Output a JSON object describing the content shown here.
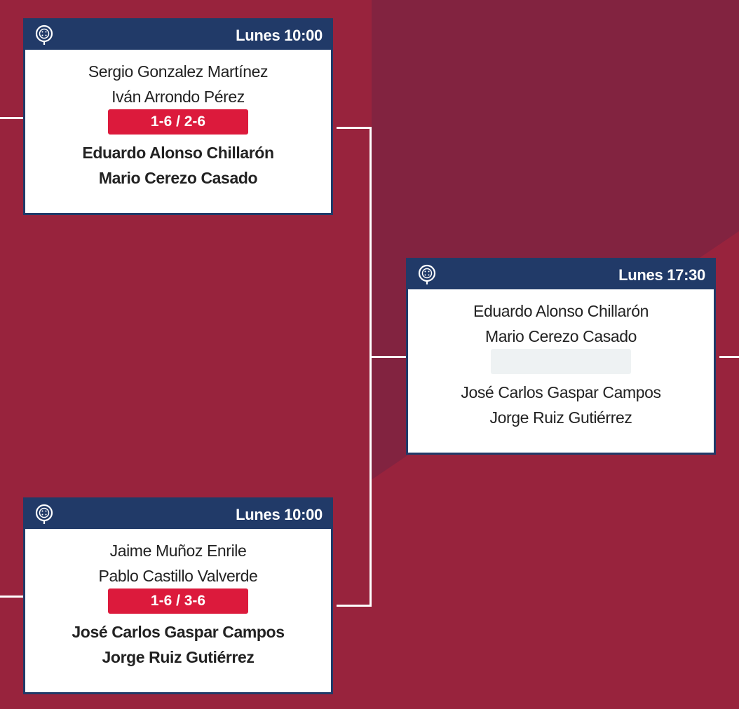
{
  "matches": [
    {
      "time": "Lunes 10:00",
      "team_a": [
        "Sergio Gonzalez Martínez",
        "Iván Arrondo Pérez"
      ],
      "score": "1-6 / 2-6",
      "team_b": [
        "Eduardo Alonso Chillarón",
        "Mario Cerezo Casado"
      ],
      "winner": "b",
      "icon": "padel-racket-icon"
    },
    {
      "time": "Lunes 17:30",
      "team_a": [
        "Eduardo Alonso Chillarón",
        "Mario Cerezo Casado"
      ],
      "score": "",
      "team_b": [
        "José Carlos Gaspar Campos",
        "Jorge Ruiz Gutiérrez"
      ],
      "winner": "",
      "icon": "padel-racket-icon"
    },
    {
      "time": "Lunes 10:00",
      "team_a": [
        "Jaime Muñoz Enrile",
        "Pablo Castillo Valverde"
      ],
      "score": "1-6 / 3-6",
      "team_b": [
        "José Carlos Gaspar Campos",
        "Jorge Ruiz Gutiérrez"
      ],
      "winner": "b",
      "icon": "padel-racket-icon"
    }
  ],
  "colors": {
    "background": "#98233d",
    "background_alt": "#822340",
    "card_header": "#213a68",
    "score_badge": "#dc1a3c",
    "score_empty": "#eef2f3"
  }
}
